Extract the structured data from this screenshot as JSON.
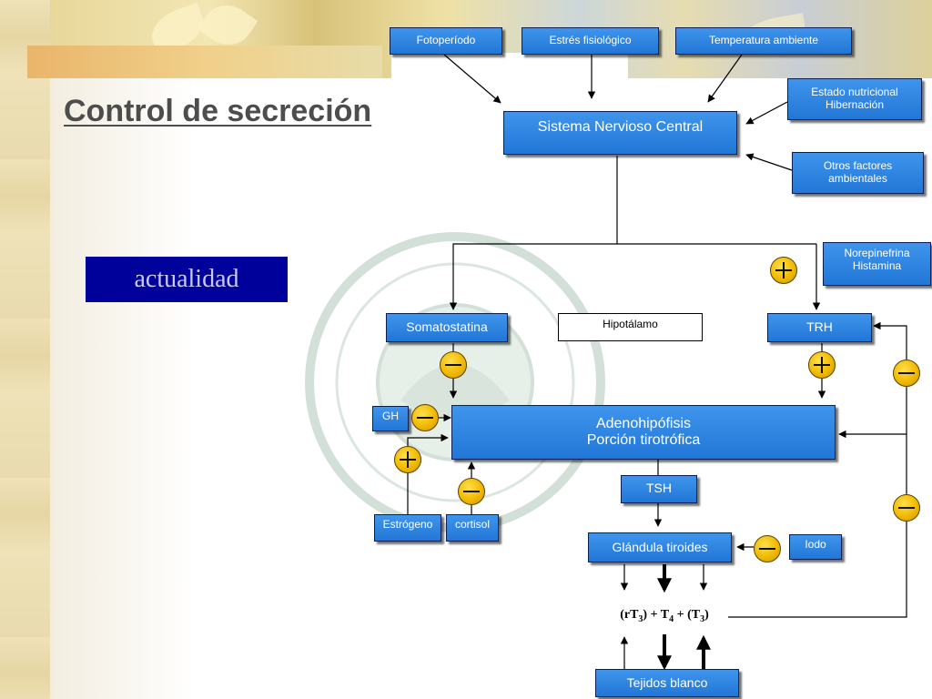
{
  "slide": {
    "title": "Control de secreción",
    "button_label": "actualidad"
  },
  "nodes": {
    "fotoperiodo": "Fotoperíodo",
    "estres": "Estrés fisiológico",
    "temperatura": "Temperatura ambiente",
    "estado_nutricional": "Estado nutricional",
    "hibernacion": "Hibernación",
    "snc": "Sistema Nervioso Central",
    "otros_factores_1": "Otros factores",
    "otros_factores_2": "ambientales",
    "norepinefrina": "Norepinefrina",
    "histamina": "Histamina",
    "somatostatina": "Somatostatina",
    "hipotalamo": "Hipotálamo",
    "trh": "TRH",
    "gh": "GH",
    "adenohipofisis": "Adenohipófisis",
    "porcion_tirotrofica": "Porción tirotrófica",
    "estrogeno": "Estrógeno",
    "cortisol": "cortisol",
    "tsh": "TSH",
    "glandula_tiroides": "Glándula tiroides",
    "iodo": "Iodo",
    "tejidos_blanco": "Tejidos blanco"
  },
  "thyroid_output": {
    "rt_prefix": "(rT",
    "rt_sub": "3",
    "t4_prefix": ") + T",
    "t4_sub": "4",
    "t3_prefix": " + (T",
    "t3_sub": "3",
    "suffix": ")"
  },
  "signs": {
    "plus": "+",
    "minus": "–"
  },
  "colors": {
    "node_fill": "#2a80de",
    "node_border": "#0a1f55",
    "sign_fill": "#f1b900",
    "button_bg": "#00009a",
    "button_text": "#c9c9ff",
    "title_color": "#4d4d4d"
  }
}
